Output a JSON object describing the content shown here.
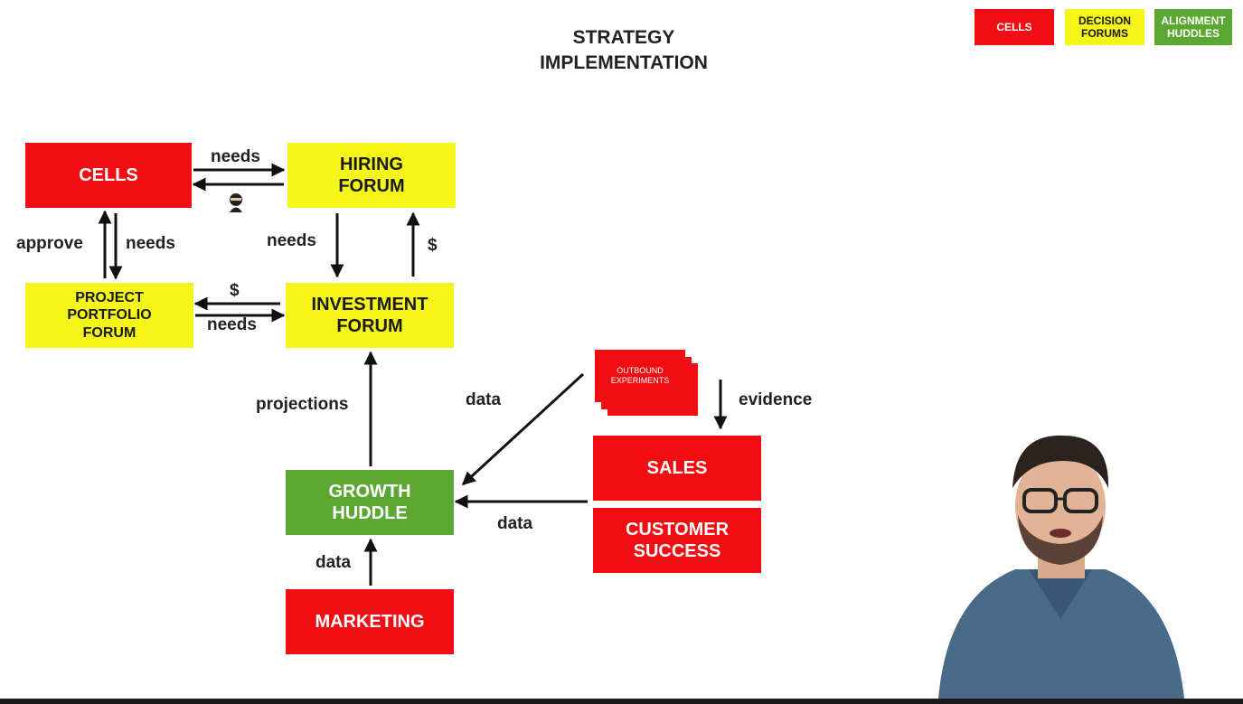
{
  "title": "STRATEGY\nIMPLEMENTATION",
  "legend": [
    {
      "label": "CELLS",
      "color": "#f20d12"
    },
    {
      "label": "DECISION\nFORUMS",
      "color": "#f5f51a"
    },
    {
      "label": "ALIGNMENT\nHUDDLES",
      "color": "#5aa832"
    }
  ],
  "nodes": {
    "cells": "CELLS",
    "hiring_forum": "HIRING\nFORUM",
    "project_portfolio_forum": "PROJECT\nPORTFOLIO\nFORUM",
    "investment_forum": "INVESTMENT\nFORUM",
    "outbound_experiments": "OUTBOUND\nEXPERIMENTS",
    "sales": "SALES",
    "customer_success": "CUSTOMER\nSUCCESS",
    "growth_huddle": "GROWTH\nHUDDLE",
    "marketing": "MARKETING"
  },
  "edge_labels": {
    "cells_hiring_needs": "needs",
    "cells_ppf_approve": "approve",
    "cells_ppf_needs": "needs",
    "hiring_investment_needs": "needs",
    "investment_hiring_dollar": "$",
    "investment_ppf_dollar": "$",
    "ppf_investment_needs": "needs",
    "growth_investment_projections": "projections",
    "outbound_growth_data": "data",
    "outbound_sales_evidence": "evidence",
    "sales_growth_data": "data",
    "marketing_growth_data": "data"
  }
}
